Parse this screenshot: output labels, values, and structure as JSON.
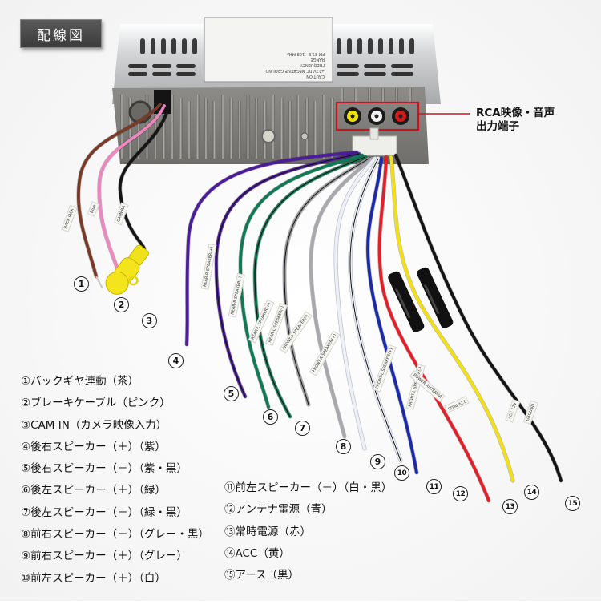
{
  "title": "配線図",
  "callout": {
    "line1": "RCA映像・音声",
    "line2": "出力端子",
    "jack_colors": [
      "#f2e200",
      "#f4f4f4",
      "#d81818"
    ],
    "frame_color": "#d0101c"
  },
  "device_label": {
    "lines": [
      "CAUTION",
      "+12V DC NEGATIVE GROUND",
      "FREQUENCY",
      "RANGE",
      "FM  87.5 - 108 MHz"
    ]
  },
  "wires": [
    {
      "number": "①",
      "color": "#7a3a28",
      "tag": "BACK JACK",
      "description": "バックギヤ連動（茶）"
    },
    {
      "number": "②",
      "color": "#ee86c0",
      "tag": "Blue",
      "description": "ブレーキケーブル（ピンク）"
    },
    {
      "number": "③",
      "color": "#151515",
      "tag": "CAMERA",
      "description": "CAM IN（カメラ映像入力）"
    },
    {
      "number": "④",
      "color": "#4b1d9a",
      "tag": "REAR-R SPEAKER(+)",
      "description": "後右スピーカー（＋）（紫）"
    },
    {
      "number": "⑤",
      "color": "#4b1d9a",
      "tag": "REAR-R SPEAKER(-)",
      "description": "後右スピーカー（－）（紫・黒）"
    },
    {
      "number": "⑥",
      "color": "#0f7a54",
      "tag": "REAR-L SPEAKER(+)",
      "description": "後左スピーカー（＋）（緑）"
    },
    {
      "number": "⑦",
      "color": "#0f7a54",
      "tag": "REAR-L SPEAKER(-)",
      "description": "後左スピーカー（－）（緑・黒）"
    },
    {
      "number": "⑧",
      "color": "#9a9a9e",
      "tag": "FRONT-R SPEAKER(-)",
      "description": "前右スピーカー（－）（グレー・黒）"
    },
    {
      "number": "⑨",
      "color": "#a8a8ac",
      "tag": "FRONT-R SPEAKER(+)",
      "description": "前右スピーカー（＋）（グレー）"
    },
    {
      "number": "⑩",
      "color": "#eef0f6",
      "tag": "FRONT-L SPEAKER(+)",
      "description": "前左スピーカー（＋）（白）"
    },
    {
      "number": "⑪",
      "color": "#eef0f6",
      "tag": "FRONT-L SPEAKER(-)",
      "description": "前左スピーカー（－）（白・黒）"
    },
    {
      "number": "⑫",
      "color": "#1b2aa8",
      "tag": "POWER ANTENNA",
      "description": "アンテナ電源（青）"
    },
    {
      "number": "⑬",
      "color": "#e3202a",
      "tag": "12V PLUS",
      "description": "常時電源（赤）"
    },
    {
      "number": "⑭",
      "color": "#f4e010",
      "tag": "ACC 12V",
      "description": "ACC（黄）"
    },
    {
      "number": "⑮",
      "color": "#141414",
      "tag": "GROUND",
      "description": "アース（黒）"
    }
  ]
}
